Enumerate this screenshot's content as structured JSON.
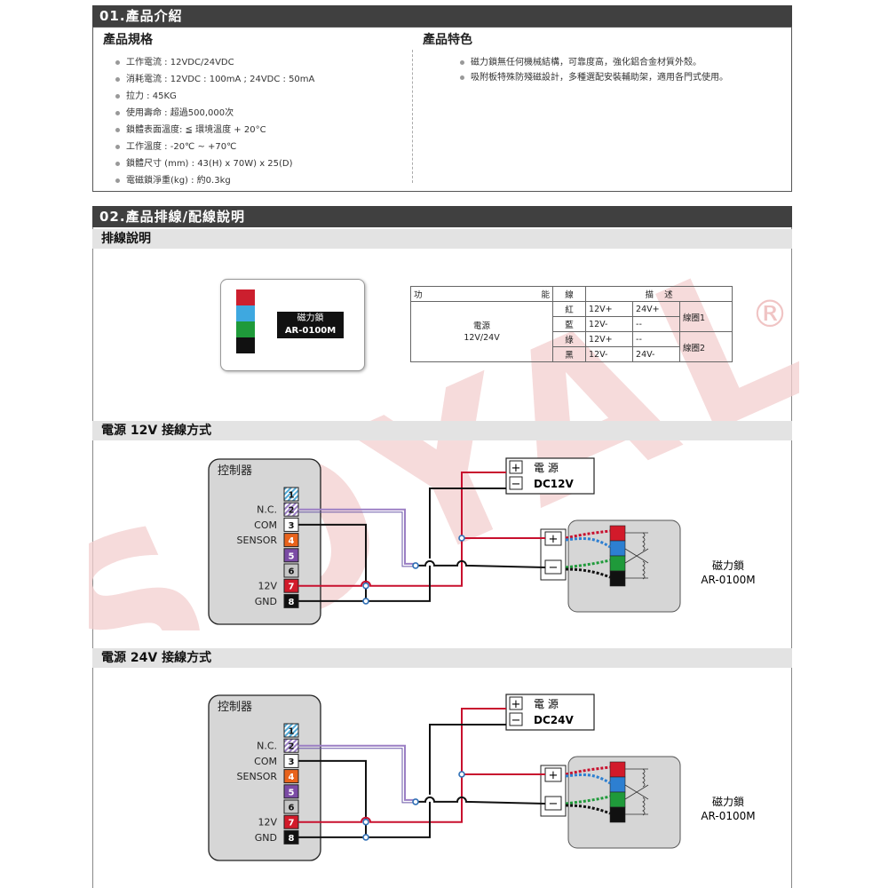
{
  "section1": {
    "title": "01.產品介紹",
    "specs_header": "產品規格",
    "features_header": "產品特色",
    "specs": [
      "工作電流 : 12VDC/24VDC",
      "消耗電流 : 12VDC : 100mA ; 24VDC : 50mA",
      "拉力 : 45KG",
      "使用壽命 : 超過500,000次",
      "鎖體表面溫度: ≦ 環境溫度 + 20°C",
      "工作溫度 : -20℃ ~ +70℃",
      "鎖體尺寸 (mm) : 43(H) x 70W) x 25(D)",
      "電磁鎖淨重(kg) : 約0.3kg"
    ],
    "features": [
      "磁力鎖無任何機械結構，可靠度高，強化鋁合金材質外殼。",
      "吸附板特殊防殘磁設計，多種選配安裝輔助架，適用各門式使用。"
    ]
  },
  "section2": {
    "title": "02.產品排線/配線說明",
    "wiring_header": "排線說明",
    "lock_label": {
      "line1": "磁力鎖",
      "line2": "AR-0100M"
    },
    "lock_wire_colors": [
      "#cc1f2e",
      "#3ea8e0",
      "#1f9a3a",
      "#111111"
    ],
    "table": {
      "headers": [
        "功",
        "能",
        "線",
        "描",
        "述"
      ],
      "function": {
        "line1": "電源",
        "line2": "12V/24V"
      },
      "rows": [
        {
          "wire": "紅",
          "v12": "12V+",
          "v24": "24V+"
        },
        {
          "wire": "藍",
          "v12": "12V-",
          "v24": "--"
        },
        {
          "wire": "綠",
          "v12": "12V+",
          "v24": "--"
        },
        {
          "wire": "黑",
          "v12": "12V-",
          "v24": "24V-"
        }
      ],
      "coils": [
        "線圈1",
        "線圈2"
      ]
    },
    "watermark": "SOYAL",
    "registered_mark": "®"
  },
  "diagrams": [
    {
      "header": "電源 12V 接線方式",
      "controller_title": "控制器",
      "terminals": [
        {
          "num": "1",
          "label": ""
        },
        {
          "num": "2",
          "label": "N.C."
        },
        {
          "num": "3",
          "label": "COM"
        },
        {
          "num": "4",
          "label": "SENSOR"
        },
        {
          "num": "5",
          "label": ""
        },
        {
          "num": "6",
          "label": ""
        },
        {
          "num": "7",
          "label": "12V"
        },
        {
          "num": "8",
          "label": "GND"
        }
      ],
      "power_title": "電 源",
      "power_voltage": "DC12V",
      "plus": "+",
      "minus": "−",
      "lock_name": "磁力鎖",
      "lock_model": "AR-0100M",
      "mode": "12V"
    },
    {
      "header": "電源 24V 接線方式",
      "controller_title": "控制器",
      "terminals": [
        {
          "num": "1",
          "label": ""
        },
        {
          "num": "2",
          "label": "N.C."
        },
        {
          "num": "3",
          "label": "COM"
        },
        {
          "num": "4",
          "label": "SENSOR"
        },
        {
          "num": "5",
          "label": ""
        },
        {
          "num": "6",
          "label": ""
        },
        {
          "num": "7",
          "label": "12V"
        },
        {
          "num": "8",
          "label": "GND"
        }
      ],
      "power_title": "電 源",
      "power_voltage": "DC24V",
      "plus": "+",
      "minus": "−",
      "lock_name": "磁力鎖",
      "lock_model": "AR-0100M",
      "mode": "24V"
    }
  ],
  "colors": {
    "header_bg": "#404040",
    "subheader_bg": "#e3e3e3",
    "wire_red": "#c8102e",
    "wire_purple": "#9b7fc4",
    "wire_black": "#111111",
    "node_blue": "#2f6fb5",
    "watermark": "#f3cfcf"
  }
}
